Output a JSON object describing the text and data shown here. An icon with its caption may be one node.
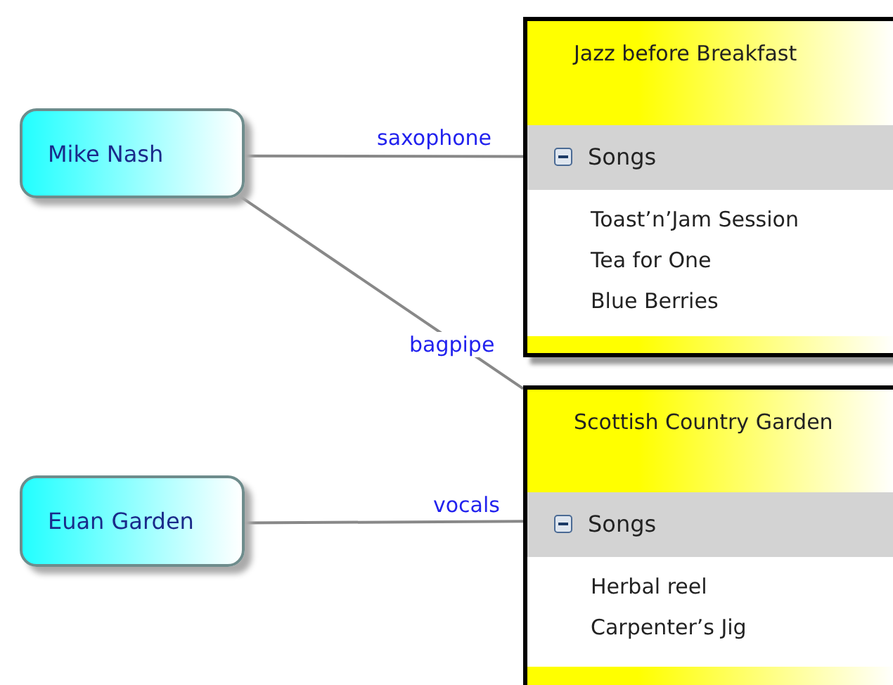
{
  "diagram": {
    "nodes": [
      {
        "text": [
          "Mike Nash"
        ]
      },
      {
        "text": [
          "Euan Garden"
        ]
      },
      {
        "text": [
          "Jazz before Breakfast"
        ]
      },
      {
        "text": [
          "Songs",
          "Toast’n’Jam Session",
          "Tea for One",
          "Blue Berries"
        ],
        "in": 2
      },
      {
        "text": [
          "Scottish Country Garden"
        ]
      },
      {
        "text": [
          "Songs",
          "Herbal reel",
          "Carpenter’s Jig"
        ],
        "in": 4
      }
    ],
    "edges": [
      {
        "from": 0,
        "to": 2,
        "arrow": "none",
        "label": "saxophone"
      },
      {
        "from": 0,
        "to": 4,
        "arrow": "none",
        "label": "bagpipe"
      },
      {
        "from": 1,
        "to": 4,
        "arrow": "none",
        "label": "vocals"
      }
    ]
  }
}
